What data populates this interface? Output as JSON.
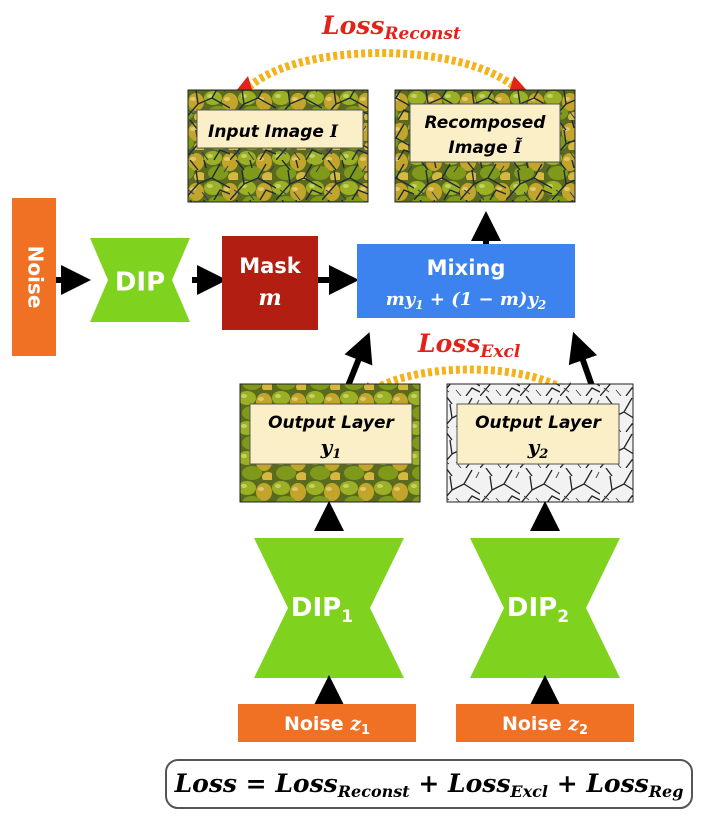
{
  "colors": {
    "orange": "#f07024",
    "green": "#7fd31e",
    "dark_red": "#b21f12",
    "blue": "#3c83f0",
    "cream": "#fbefc8",
    "loss_red": "#e0241b",
    "arrow_yellow": "#f7b01b"
  },
  "losses": {
    "reconst": {
      "base": "Loss",
      "sub": "Reconst"
    },
    "excl": {
      "base": "Loss",
      "sub": "Excl"
    }
  },
  "images": {
    "input": {
      "text": "Input Image",
      "symbol": "I"
    },
    "recomposed": {
      "line1": "Recomposed",
      "line2": "Image",
      "symbol": "Ĩ"
    },
    "layer1": {
      "title": "Output Layer",
      "symbol": "y",
      "sub": "1"
    },
    "layer2": {
      "title": "Output Layer",
      "symbol": "y",
      "sub": "2"
    }
  },
  "noise_main": "Noise",
  "dip_main": "DIP",
  "mask": {
    "title": "Mask",
    "symbol": "m"
  },
  "mixing": {
    "title": "Mixing",
    "formula": {
      "a": "my",
      "a_sub": "1",
      "b": " + (1 − m)y",
      "b_sub": "2"
    }
  },
  "dip1": {
    "base": "DIP",
    "sub": "1"
  },
  "dip2": {
    "base": "DIP",
    "sub": "2"
  },
  "noise1": {
    "base": "Noise ",
    "symbol": "z",
    "sub": "1"
  },
  "noise2": {
    "base": "Noise ",
    "symbol": "z",
    "sub": "2"
  },
  "total_loss": {
    "lhs": "Loss",
    "eq": " = ",
    "t1": "Loss",
    "t1_sub": "Reconst",
    "plus1": " + ",
    "t2": "Loss",
    "t2_sub": "Excl",
    "plus2": " + ",
    "t3": "Loss",
    "t3_sub": "Reg"
  }
}
